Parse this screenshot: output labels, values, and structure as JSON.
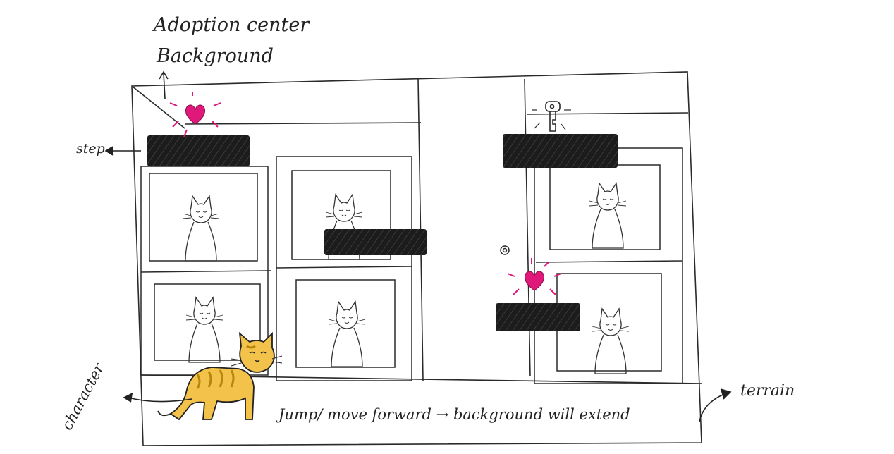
{
  "annotations": {
    "background_title_line1": "Adoption center",
    "background_title_line2": "Background",
    "step": "step",
    "character": "character",
    "terrain": "terrain",
    "jump_note": "Jump/ move forward → background will extend"
  },
  "colors": {
    "ink": "#1a1a1a",
    "heart": "#e0187a",
    "cat_fur": "#f3c24a",
    "cat_stripe": "#b8860b"
  },
  "icons": [
    "heart-icon",
    "key-icon",
    "cat-character-icon"
  ]
}
